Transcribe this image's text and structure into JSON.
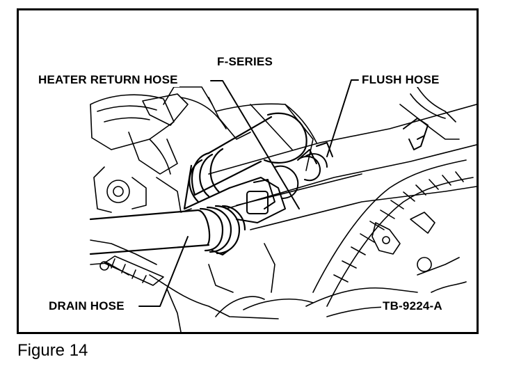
{
  "figure": {
    "caption": "Figure 14",
    "code": "TB-9224-A",
    "series": "F-SERIES"
  },
  "callouts": {
    "heater_return_hose": "HEATER RETURN HOSE",
    "flush_hose": "FLUSH HOSE",
    "drain_hose": "DRAIN HOSE"
  }
}
